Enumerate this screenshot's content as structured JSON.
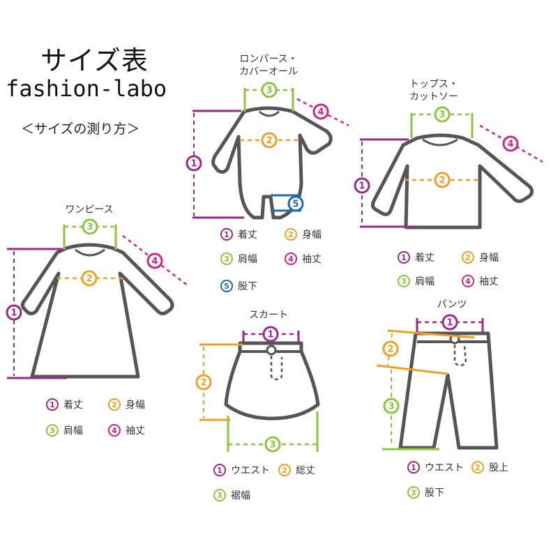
{
  "header": {
    "title": "サイズ表",
    "brand": "fashion-labo",
    "subtitle": "＜サイズの測り方＞"
  },
  "colors": {
    "purple": "#9b2a86",
    "orange": "#f0a020",
    "green": "#8cc63f",
    "magenta": "#d6247d",
    "blue": "#1a6bb5",
    "outline": "#555555"
  },
  "badges": [
    "1",
    "2",
    "3",
    "4",
    "5"
  ],
  "garments": {
    "romper": {
      "title_line1": "ロンパース・",
      "title_line2": "カバーオール",
      "legend": [
        "着丈",
        "身幅",
        "肩幅",
        "袖丈",
        "股下"
      ]
    },
    "tops": {
      "title_line1": "トップス・",
      "title_line2": "カットソー",
      "legend": [
        "着丈",
        "身幅",
        "肩幅",
        "袖丈"
      ]
    },
    "onepiece": {
      "title": "ワンピース",
      "legend": [
        "着丈",
        "身幅",
        "肩幅",
        "袖丈"
      ]
    },
    "skirt": {
      "title": "スカート",
      "legend": [
        "ウエスト",
        "総丈",
        "裾幅"
      ]
    },
    "pants": {
      "title": "パンツ",
      "legend": [
        "ウエスト",
        "股上",
        "股下"
      ]
    }
  }
}
